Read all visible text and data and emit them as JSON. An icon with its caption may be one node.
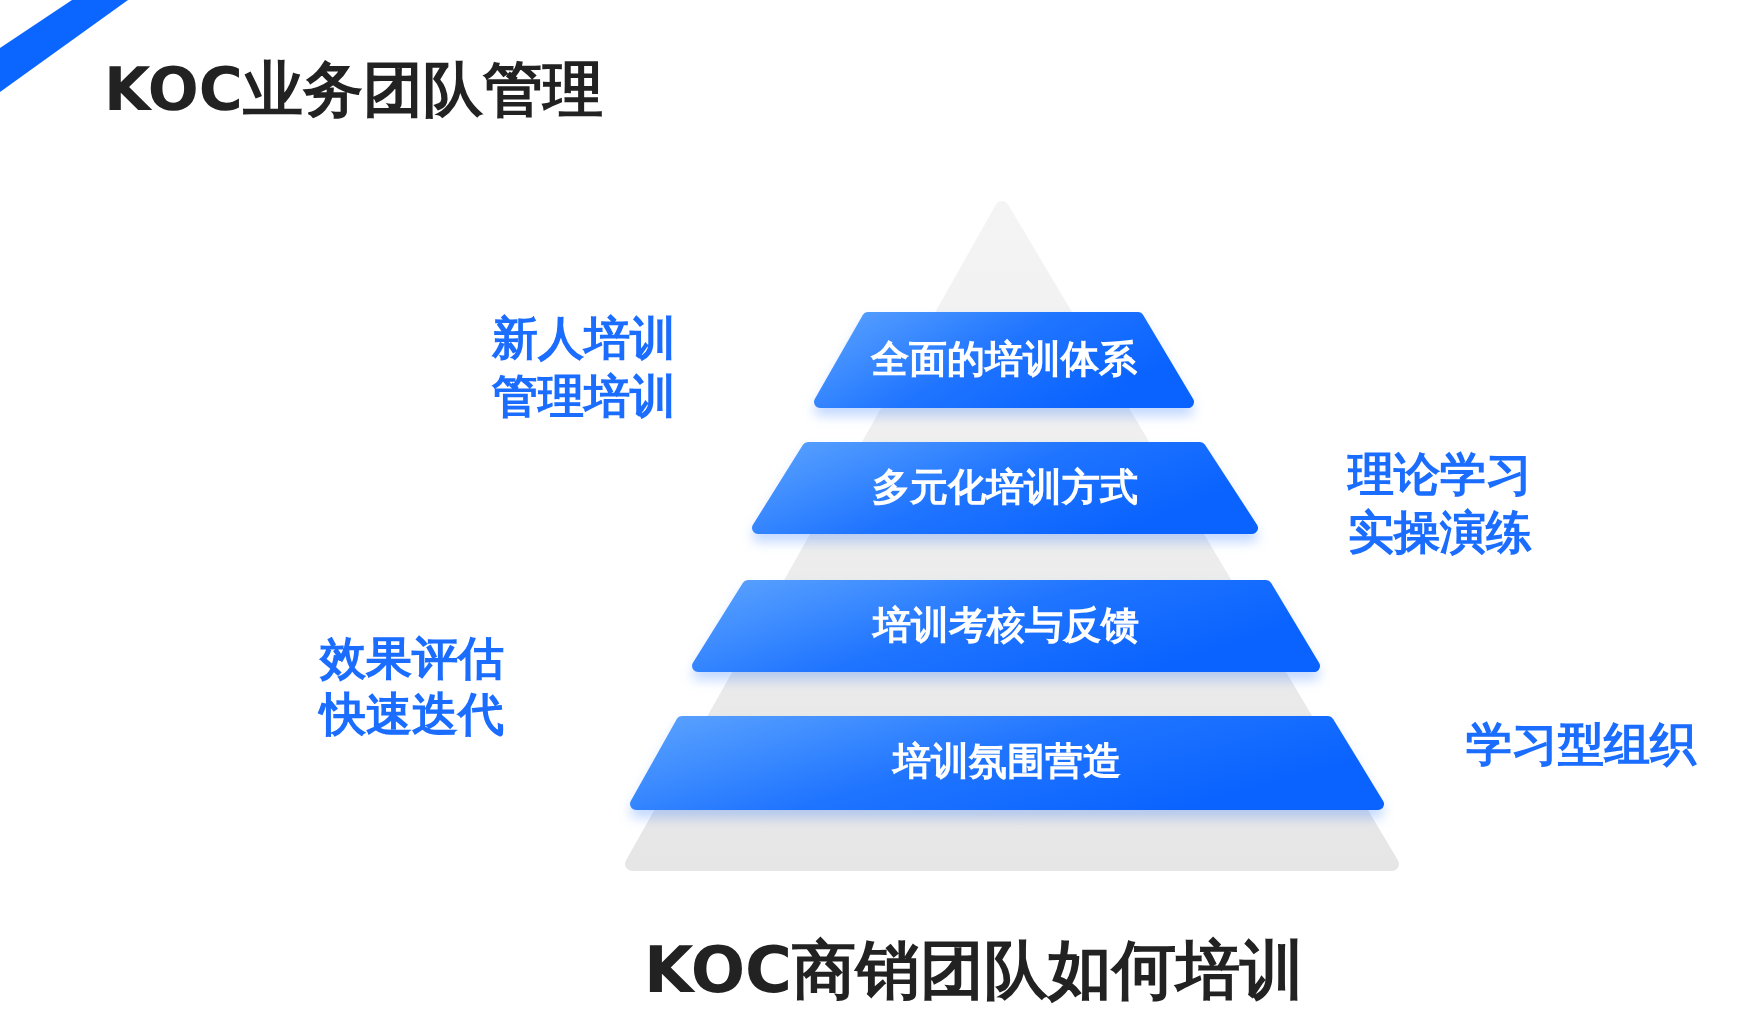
{
  "diagram": {
    "title": "KOC业务团队管理",
    "caption": "KOC商销团队如何培训",
    "nodes": [
      {
        "text": [
          "全面的培训体系"
        ]
      },
      {
        "text": [
          "多元化培训方式"
        ]
      },
      {
        "text": [
          "培训考核与反馈"
        ]
      },
      {
        "text": [
          "培训氛围营造"
        ]
      }
    ],
    "labels": [
      "新人培训",
      "管理培训",
      "理论学习",
      "实操演练",
      "效果评估",
      "快速迭代",
      "学习型组织"
    ]
  }
}
